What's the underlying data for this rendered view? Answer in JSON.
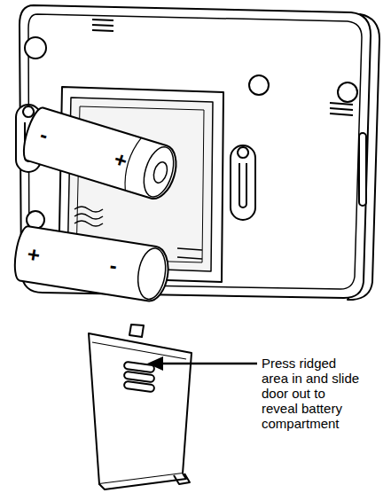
{
  "diagram": {
    "nodes": [
      {
        "text": [
          "-",
          "+"
        ]
      },
      {
        "text": [
          "+",
          "-"
        ]
      }
    ],
    "labels": [
      "Press ridged area in and slide door out to reveal battery compartment"
    ]
  }
}
